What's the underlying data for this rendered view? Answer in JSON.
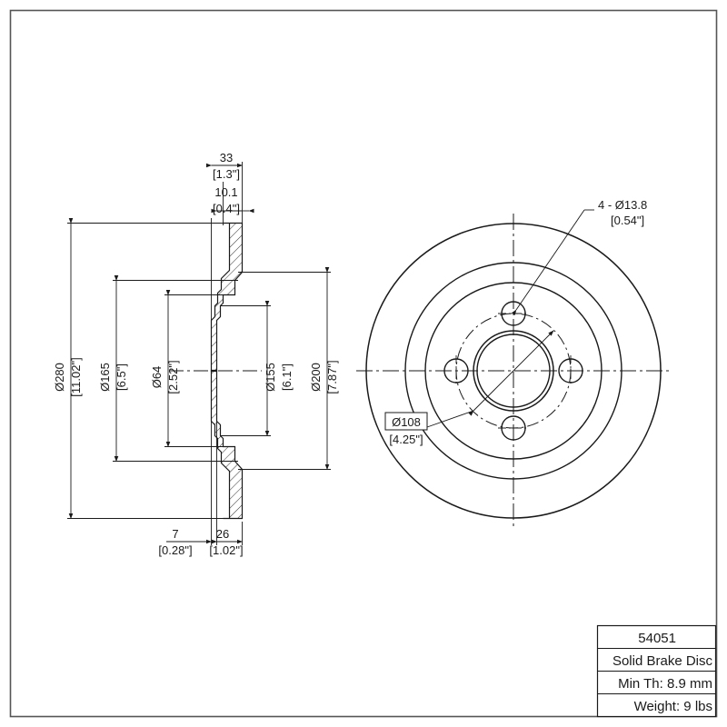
{
  "sheet": {
    "background_color": "#ffffff",
    "line_color": "#1a1a1a",
    "frame_color": "#555555"
  },
  "title_block": {
    "part_number": "54051",
    "description": "Solid Brake Disc",
    "min_thickness": "Min Th: 8.9 mm",
    "weight": "Weight: 9 lbs"
  },
  "section_view": {
    "name": "section-view",
    "dimensions": {
      "overall_diameter": {
        "metric": "Ø280",
        "imperial": "[11.02\"]"
      },
      "hat_outer_diameter": {
        "metric": "Ø165",
        "imperial": "[6.5\"]"
      },
      "center_bore_diameter": {
        "metric": "Ø64",
        "imperial": "[2.52\"]"
      },
      "inner_face_diameter": {
        "metric": "Ø155",
        "imperial": "[6.1\"]"
      },
      "hat_step_diameter": {
        "metric": "Ø200",
        "imperial": "[7.87\"]"
      },
      "overall_height": {
        "metric": "33",
        "imperial": "[1.3\"]"
      },
      "disc_thickness": {
        "metric": "10.1",
        "imperial": "[0.4\"]"
      },
      "hat_wall_thickness": {
        "metric": "7",
        "imperial": "[0.28\"]"
      },
      "hat_depth": {
        "metric": "26",
        "imperial": "[1.02\"]"
      }
    }
  },
  "front_view": {
    "name": "front-view",
    "callouts": {
      "bolt_holes": {
        "line1": "4 - Ø13.8",
        "line2": "[0.54\"]"
      },
      "bolt_circle": {
        "metric": "Ø108",
        "imperial": "[4.25\"]"
      }
    },
    "bolt_hole_count": 4
  }
}
